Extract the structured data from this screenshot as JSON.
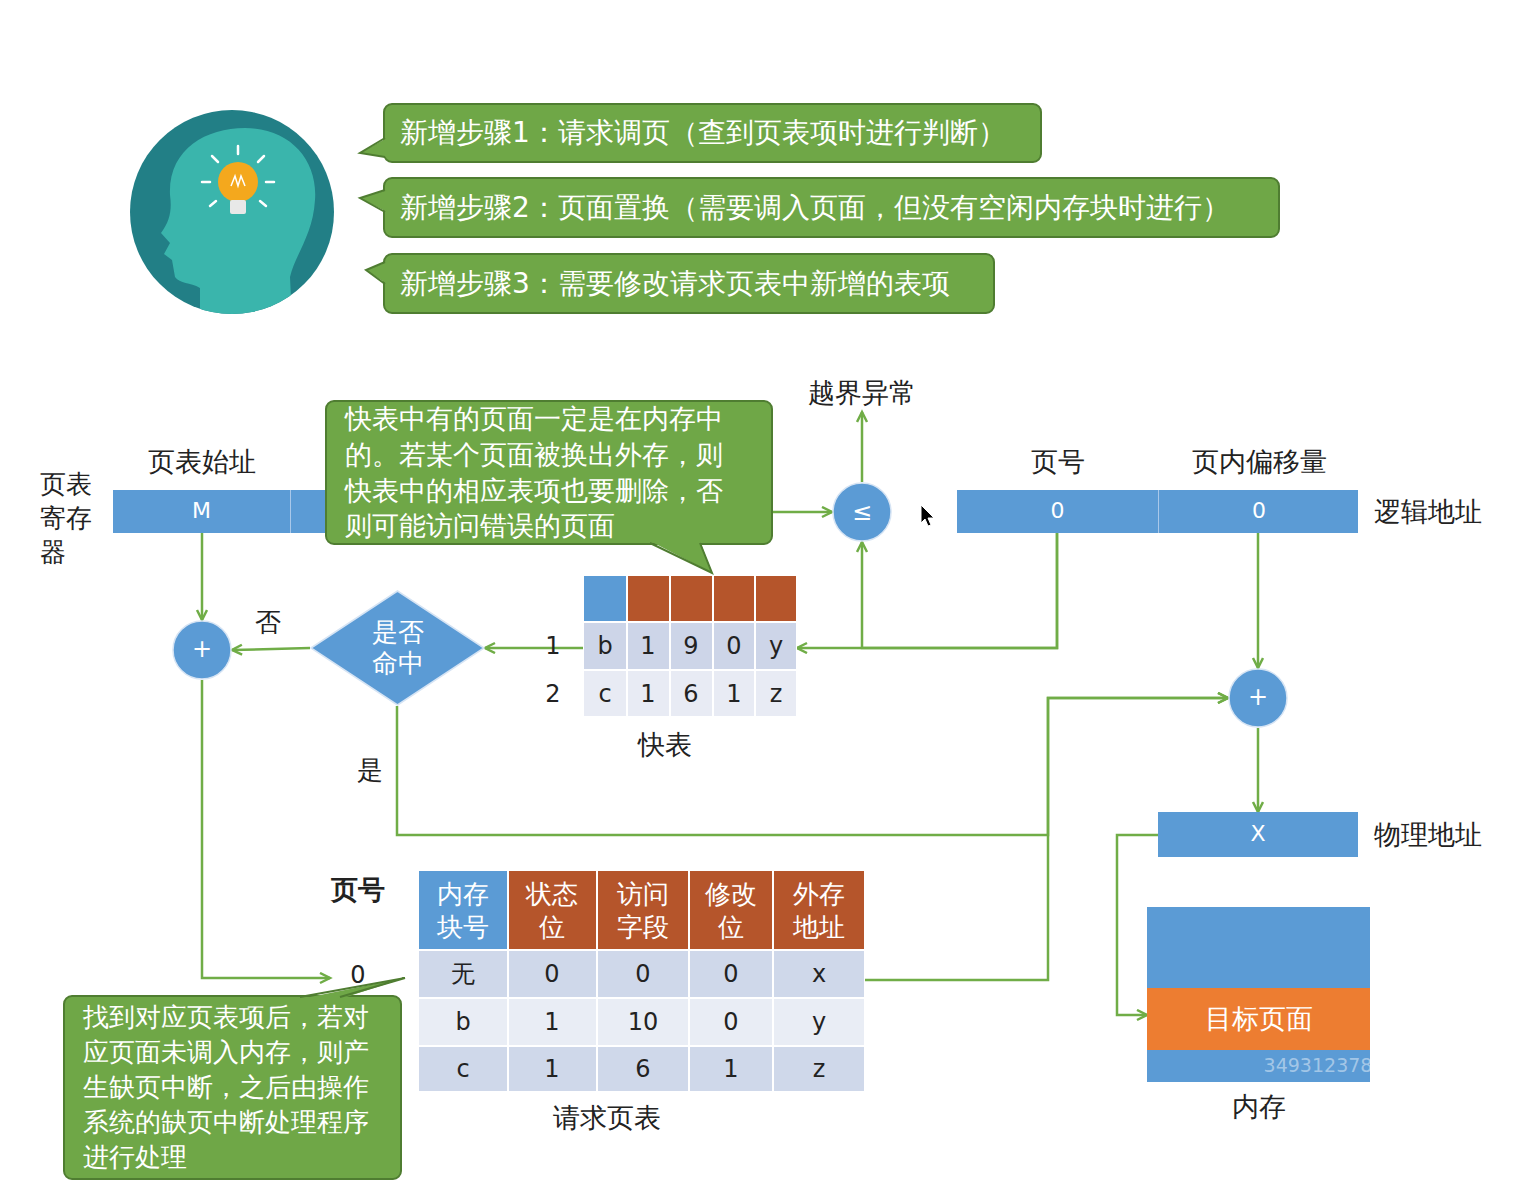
{
  "diagram": {
    "nodes": [
      {
        "text": [
          "新增步骤1：请求调页（查到页表项时进行判断）"
        ]
      },
      {
        "text": [
          "新增步骤2：页面置换（需要调入页面，但没有空闲内存块时进行）"
        ]
      },
      {
        "text": [
          "新增步骤3：需要修改请求页表中新增的表项"
        ]
      },
      {
        "text": [
          "页表始址",
          "M"
        ]
      },
      {
        "text": [
          "快表中有的页面一定是在内存中的。若某个页面被换出外存，则快表中的相应表项也要删除，否则可能访问错误的页面"
        ]
      },
      {
        "text": [
          "≤"
        ]
      },
      {
        "text": [
          "页号",
          "0"
        ]
      },
      {
        "text": [
          "页内偏移量",
          "0"
        ]
      },
      {
        "text": [
          "快表"
        ]
      },
      {
        "text": [
          "是否命中"
        ]
      },
      {
        "text": [
          "+"
        ]
      },
      {
        "text": [
          "+"
        ]
      },
      {
        "text": [
          "X"
        ]
      },
      {
        "text": [
          "请求页表"
        ]
      },
      {
        "text": [
          "找到对应页表项后，若对应页面未调入内存，则产生缺页中断，之后由操作系统的缺页中断处理程序进行处理"
        ]
      },
      {
        "text": [
          "内存"
        ]
      },
      {
        "text": [
          "目标页面"
        ],
        "in": 15
      }
    ],
    "edges": [
      {
        "from": 3,
        "to": 10,
        "arrow": "to"
      },
      {
        "from": 3,
        "to": 5,
        "arrow": "to"
      },
      {
        "from": 6,
        "to": 8,
        "arrow": "to"
      },
      {
        "from": 6,
        "to": 5,
        "arrow": "to"
      },
      {
        "from": 8,
        "to": 9,
        "arrow": "to"
      },
      {
        "from": 9,
        "to": 10,
        "label": "否",
        "arrow": "to"
      },
      {
        "from": 9,
        "to": 11,
        "label": "是",
        "arrow": "to"
      },
      {
        "from": 10,
        "to": 13,
        "arrow": "to"
      },
      {
        "from": 13,
        "to": 11,
        "arrow": "to"
      },
      {
        "from": 7,
        "to": 11,
        "arrow": "to"
      },
      {
        "from": 11,
        "to": 12,
        "arrow": "to"
      },
      {
        "from": 12,
        "to": 16,
        "arrow": "to"
      }
    ],
    "labels": [
      "越界异常",
      "页表寄存器",
      "逻辑地址",
      "1",
      "b",
      "1",
      "9",
      "0",
      "y",
      "2",
      "c",
      "1",
      "6",
      "1",
      "z",
      "页号",
      "内存块号",
      "状态位",
      "访问字段",
      "修改位",
      "外存地址",
      "0",
      "无",
      "0",
      "0",
      "0",
      "x",
      "b",
      "1",
      "10",
      "0",
      "y",
      "c",
      "1",
      "6",
      "1",
      "z",
      "物理地址",
      "349312378"
    ]
  }
}
